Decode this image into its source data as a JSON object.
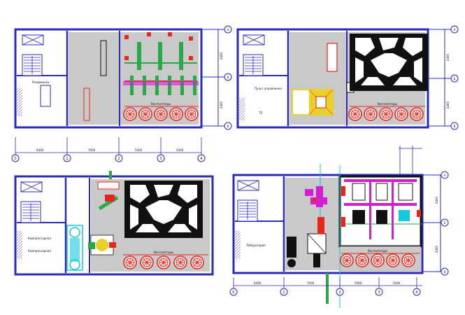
{
  "plans": {
    "p1": {
      "room_top": "Раздевалка",
      "cooler": "Вентиляторы",
      "grid_dims": [
        "6400",
        "7000",
        "5000",
        "5000"
      ],
      "grid_axes": [
        "0",
        "1",
        "2",
        "3",
        "4"
      ],
      "row_axes": [
        "A",
        "Б",
        "В"
      ],
      "row_dims": [
        "4400",
        "4400"
      ]
    },
    "p2": {
      "room_mid": "Пульт управления",
      "room_low": "ТП",
      "cooler": "Вентиляторы",
      "row_axes": [
        "A",
        "Б",
        "В"
      ],
      "row_dims": [
        "4400",
        "4400"
      ]
    },
    "p3": {
      "room_a": "Компрессорная",
      "room_b": "Компрессорная",
      "cooler": "Вентиляторы"
    },
    "p4": {
      "room": "Лаборатория",
      "cooler": "Вентиляторы",
      "grid_dims": [
        "6400",
        "7000",
        "5000",
        "5000"
      ],
      "grid_axes": [
        "0",
        "1",
        "2",
        "3",
        "4"
      ],
      "row_axes": [
        "A",
        "Б",
        "В"
      ],
      "row_dims": [
        "4400",
        "4400"
      ]
    }
  },
  "colors": {
    "wall": "#2b2bb8",
    "floor": "#c9c9c9",
    "red": "#e8261c",
    "green": "#2aa84a",
    "magenta": "#d21ed2",
    "cyan": "#14c8e0",
    "yellow": "#e8d22a",
    "orange": "#ff7a1a"
  }
}
